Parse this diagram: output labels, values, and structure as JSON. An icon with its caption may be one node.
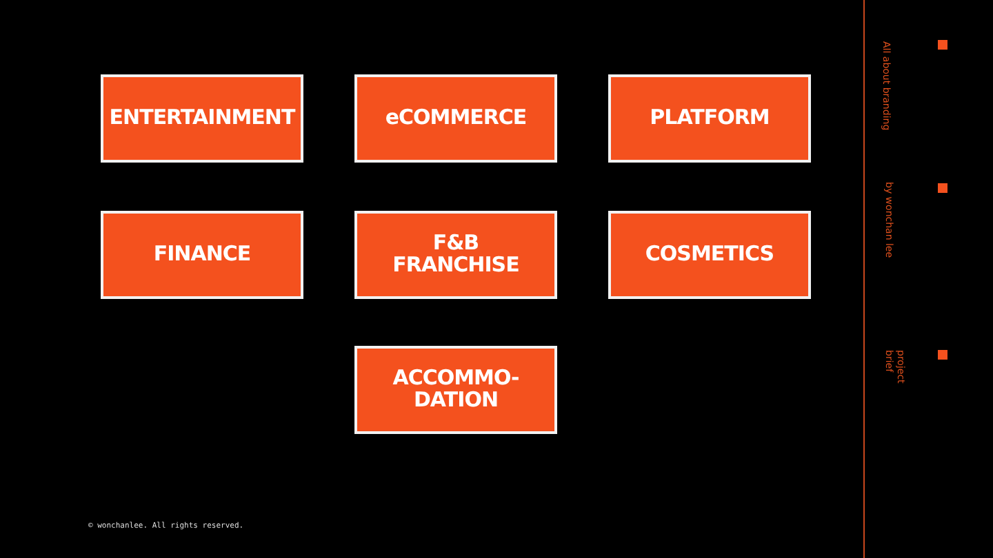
{
  "diagram": {
    "nodes": [
      {
        "text": [
          "ENTERTAINMENT"
        ]
      },
      {
        "text": [
          "eCOMMERCE"
        ]
      },
      {
        "text": [
          "PLATFORM"
        ]
      },
      {
        "text": [
          "FINANCE"
        ]
      },
      {
        "text": [
          "F&B FRANCHISE"
        ]
      },
      {
        "text": [
          "COSMETICS"
        ]
      },
      {
        "text": [
          "ACCOMMO- DATION"
        ]
      }
    ],
    "edges": [],
    "labels": [
      "All about branding",
      "by wonchan lee",
      "project brief",
      "© wonchanlee. All rights reserved."
    ]
  }
}
